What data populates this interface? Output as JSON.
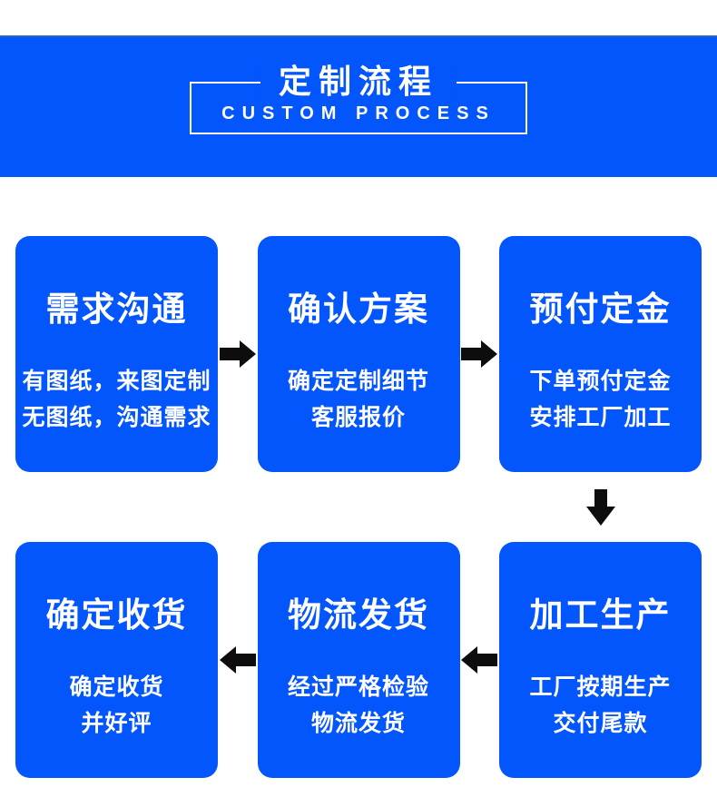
{
  "colors": {
    "accent_blue": "#0355fc",
    "banner_top_edge": "#2b64c6",
    "arrow_black": "#0d0d0d",
    "text_white": "#ffffff",
    "page_bg": "#ffffff"
  },
  "banner": {
    "title": "定制流程",
    "subtitle": "CUSTOM PROCESS"
  },
  "flow": {
    "steps": [
      {
        "title": "需求沟通",
        "line1": "有图纸，来图定制",
        "line2": "无图纸，沟通需求"
      },
      {
        "title": "确认方案",
        "line1": "确定定制细节",
        "line2": "客服报价"
      },
      {
        "title": "预付定金",
        "line1": "下单预付定金",
        "line2": "安排工厂加工"
      },
      {
        "title": "确定收货",
        "line1": "确定收货",
        "line2": "并好评"
      },
      {
        "title": "物流发货",
        "line1": "经过严格检验",
        "line2": "物流发货"
      },
      {
        "title": "加工生产",
        "line1": "工厂按期生产",
        "line2": "交付尾款"
      }
    ]
  }
}
